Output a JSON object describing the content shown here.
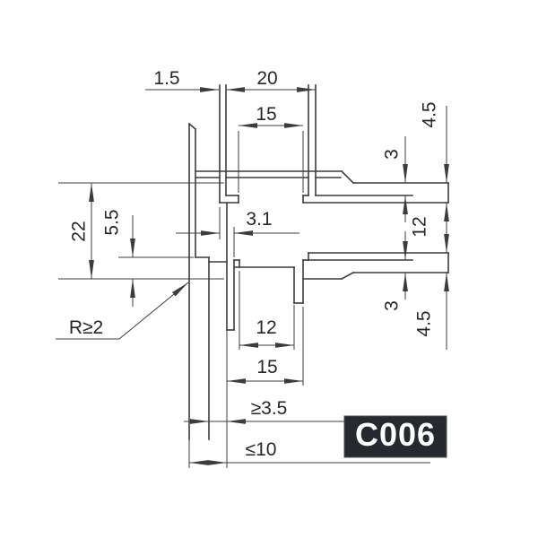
{
  "drawing": {
    "code": "C006",
    "dims": {
      "top_wall": "1.5",
      "top_opening": "20",
      "top_clip_opening": "15",
      "upper_arm_wall": "3",
      "upper_arm_total": "4.5",
      "side_cavity": "12",
      "lower_arm_wall": "3",
      "lower_arm_total": "4.5",
      "left_overall": "22",
      "left_step": "5.5",
      "center_offset": "3.1",
      "bottom_clip_opening": "12",
      "bottom_channel": "15",
      "glass_slot_min": "≥3.5",
      "glass_depth_max": "≤10",
      "corner_radius": "R≥2"
    },
    "colors": {
      "line": "#3c3c40",
      "text": "#26262c",
      "badge_bg": "#26292e",
      "badge_text": "#ffffff",
      "background": "#ffffff"
    }
  }
}
